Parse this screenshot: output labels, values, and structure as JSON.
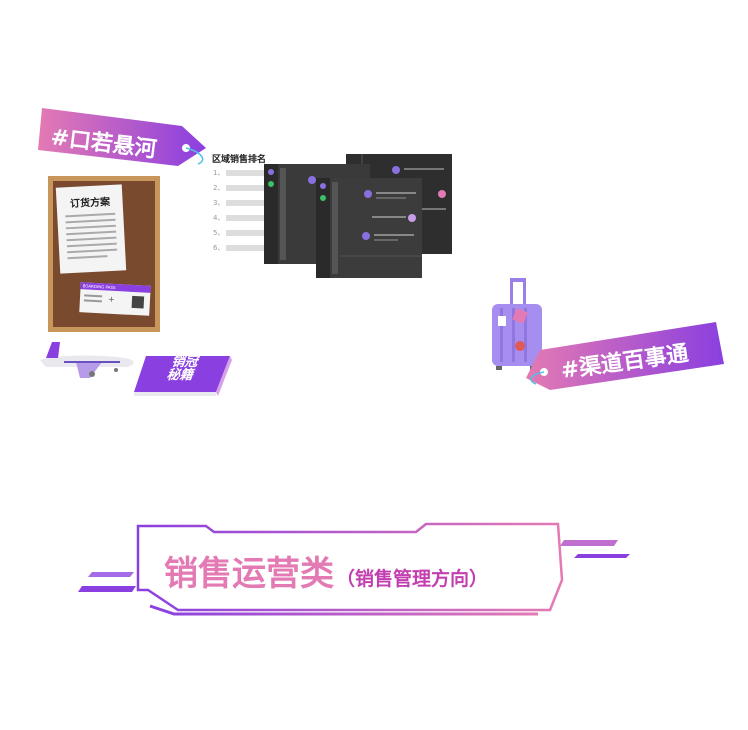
{
  "tags": {
    "left": "#口若悬河",
    "right": "#渠道百事通"
  },
  "ranking": {
    "title": "区域销售排名",
    "items": [
      "1、",
      "2、",
      "3、",
      "4、",
      "5、",
      "6、"
    ]
  },
  "board": {
    "order_title": "订货方案",
    "ticket_label": "BOARDING PASS"
  },
  "book": {
    "line1": "销冠",
    "line2": "秘籍"
  },
  "banner": {
    "title": "销售运营类",
    "subtitle": "（销售管理方向）"
  },
  "colors": {
    "pink": "#e47ab3",
    "purple": "#8a3fe0",
    "dark_window": "#3a3a3a",
    "cork": "#7a4a2e"
  }
}
